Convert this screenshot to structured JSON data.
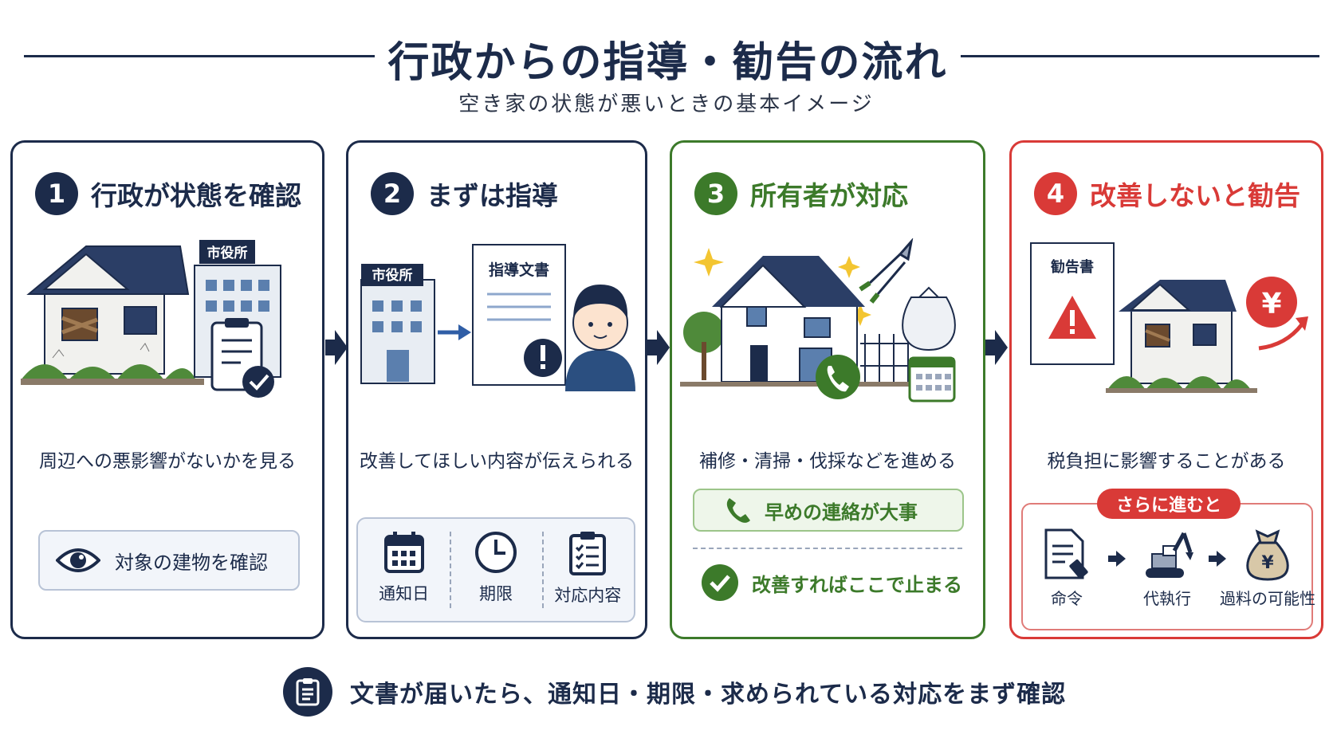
{
  "header": {
    "title": "行政からの指導・勧告の流れ",
    "subtitle": "空き家の状態が悪いときの基本イメージ"
  },
  "steps": [
    {
      "number": "1",
      "title": "行政が状態を確認",
      "building_label": "市役所",
      "description": "周辺への悪影響がないかを見る",
      "box_label": "対象の建物を確認"
    },
    {
      "number": "2",
      "title": "まずは指導",
      "building_label": "市役所",
      "document_label": "指導文書",
      "description": "改善してほしい内容が伝えられる",
      "info_items": [
        "通知日",
        "期限",
        "対応内容"
      ]
    },
    {
      "number": "3",
      "title": "所有者が対応",
      "description": "補修・清掃・伐採などを進める",
      "contact_label": "早めの連絡が大事",
      "ok_label": "改善すればここで止まる"
    },
    {
      "number": "4",
      "title": "改善しないと勧告",
      "document_label": "勧告書",
      "yen_symbol": "¥",
      "description": "税負担に影響することがある",
      "further_tag": "さらに進むと",
      "further_steps": [
        "命令",
        "代執行",
        "過料の可能性"
      ]
    }
  ],
  "footer": {
    "text": "文書が届いたら、通知日・期限・求められている対応をまず確認"
  },
  "colors": {
    "navy": "#1c2b4a",
    "green": "#3c7a2a",
    "red": "#d93a37"
  }
}
